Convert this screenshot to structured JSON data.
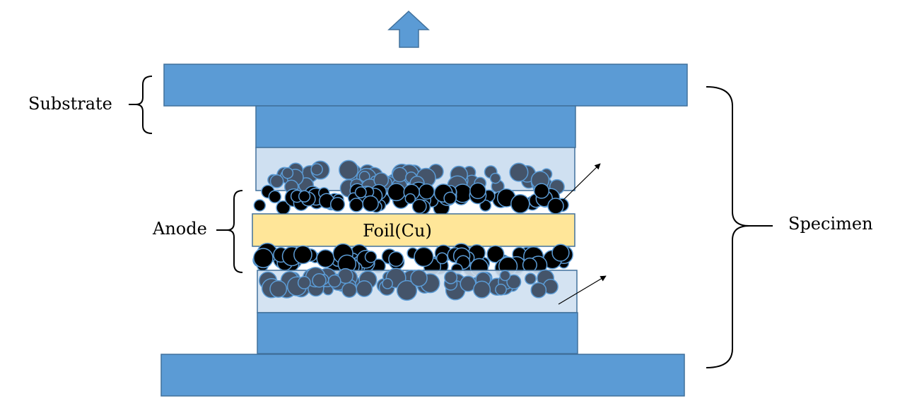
{
  "labels": {
    "substrate": "Substrate",
    "anode": "Anode",
    "foil": "Foil(Cu)",
    "specimen": "Specimen"
  },
  "colors": {
    "substrate_blue": "#5b9bd5",
    "outline": "#41719c",
    "coating_light": "#cfe0f1",
    "foil_yellow": "#ffe699",
    "particle_grey": "#44546a",
    "particle_black": "#000000"
  },
  "icons": {
    "pull_direction": "up-arrow-icon"
  }
}
